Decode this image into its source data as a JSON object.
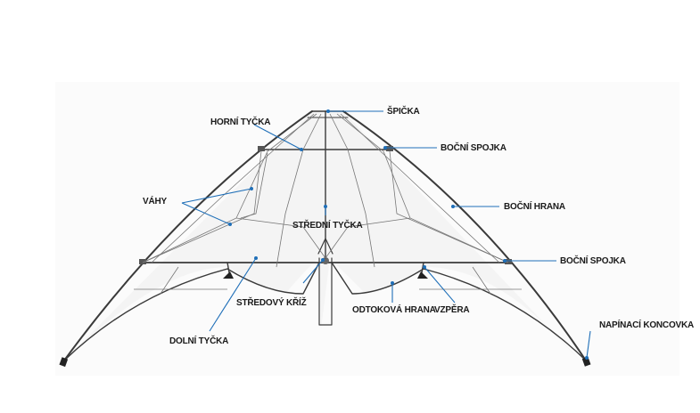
{
  "labels": {
    "spicka": "ŠPIČKA",
    "horni_tycka": "HORNÍ TYČKA",
    "bocni_spojka_top": "BOČNÍ SPOJKA",
    "vahy": "VÁHY",
    "bocni_hrana": "BOČNÍ HRANA",
    "stredni_tycka": "STŘEDNÍ TYČKA",
    "bocni_spojka_bottom": "BOČNÍ SPOJKA",
    "stredovy_kriz": "STŘEDOVÝ KŘÍŽ",
    "odtokova_hrana": "ODTOKOVÁ HRANA",
    "vzpera": "VZPĚRA",
    "dolni_tycka": "DOLNÍ TYČKA",
    "napinaci_koncovka": "NAPÍNACÍ KONCOVKA"
  },
  "colors": {
    "leader": "#1f6fb8",
    "frame": "#3a3a3a",
    "background": "#ffffff"
  }
}
